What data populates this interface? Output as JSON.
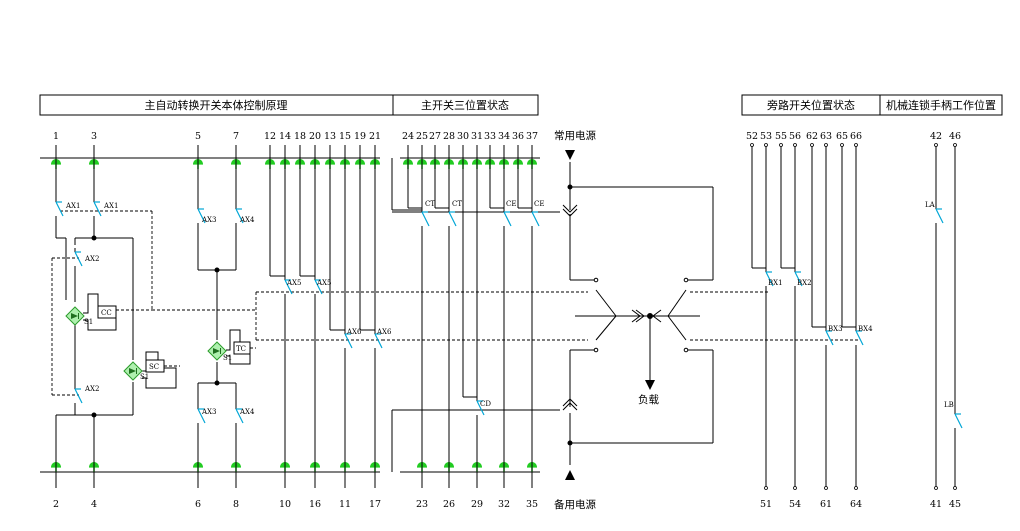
{
  "sections": [
    {
      "title": "主自动转换开关本体控制原理"
    },
    {
      "title": "主开关三位置状态"
    },
    {
      "title": "旁路开关位置状态"
    },
    {
      "title": "机械连锁手柄工作位置"
    }
  ],
  "top_terminals": [
    "1",
    "3",
    "5",
    "7",
    "12",
    "14",
    "18",
    "20",
    "13",
    "15",
    "19",
    "21",
    "24",
    "25",
    "27",
    "28",
    "30",
    "31",
    "33",
    "34",
    "36",
    "37",
    "52",
    "53",
    "55",
    "56",
    "62",
    "63",
    "65",
    "66",
    "42",
    "46"
  ],
  "bottom_terminals": [
    "2",
    "4",
    "6",
    "8",
    "10",
    "16",
    "11",
    "17",
    "23",
    "26",
    "29",
    "32",
    "35",
    "51",
    "54",
    "61",
    "64",
    "41",
    "45"
  ],
  "contact_labels": [
    "AX1",
    "AX1",
    "AX2",
    "AX2",
    "AX3",
    "AX4",
    "AX3",
    "AX4",
    "AX5",
    "AX5",
    "AX6",
    "AX6",
    "CT",
    "CT",
    "CE",
    "CE",
    "CD",
    "BX1",
    "BX2",
    "BX3",
    "BX4",
    "LA",
    "LB"
  ],
  "coils": [
    {
      "label": "CC",
      "sub": "S1"
    },
    {
      "label": "SC",
      "sub": "S1"
    },
    {
      "label": "TC",
      "sub": "S1"
    }
  ],
  "sources": {
    "normal": "常用电源",
    "backup": "备用电源"
  },
  "load": "负载",
  "colors": {
    "line": "#000000",
    "terminal": "#22cc22",
    "contact": "#00a6d6"
  }
}
